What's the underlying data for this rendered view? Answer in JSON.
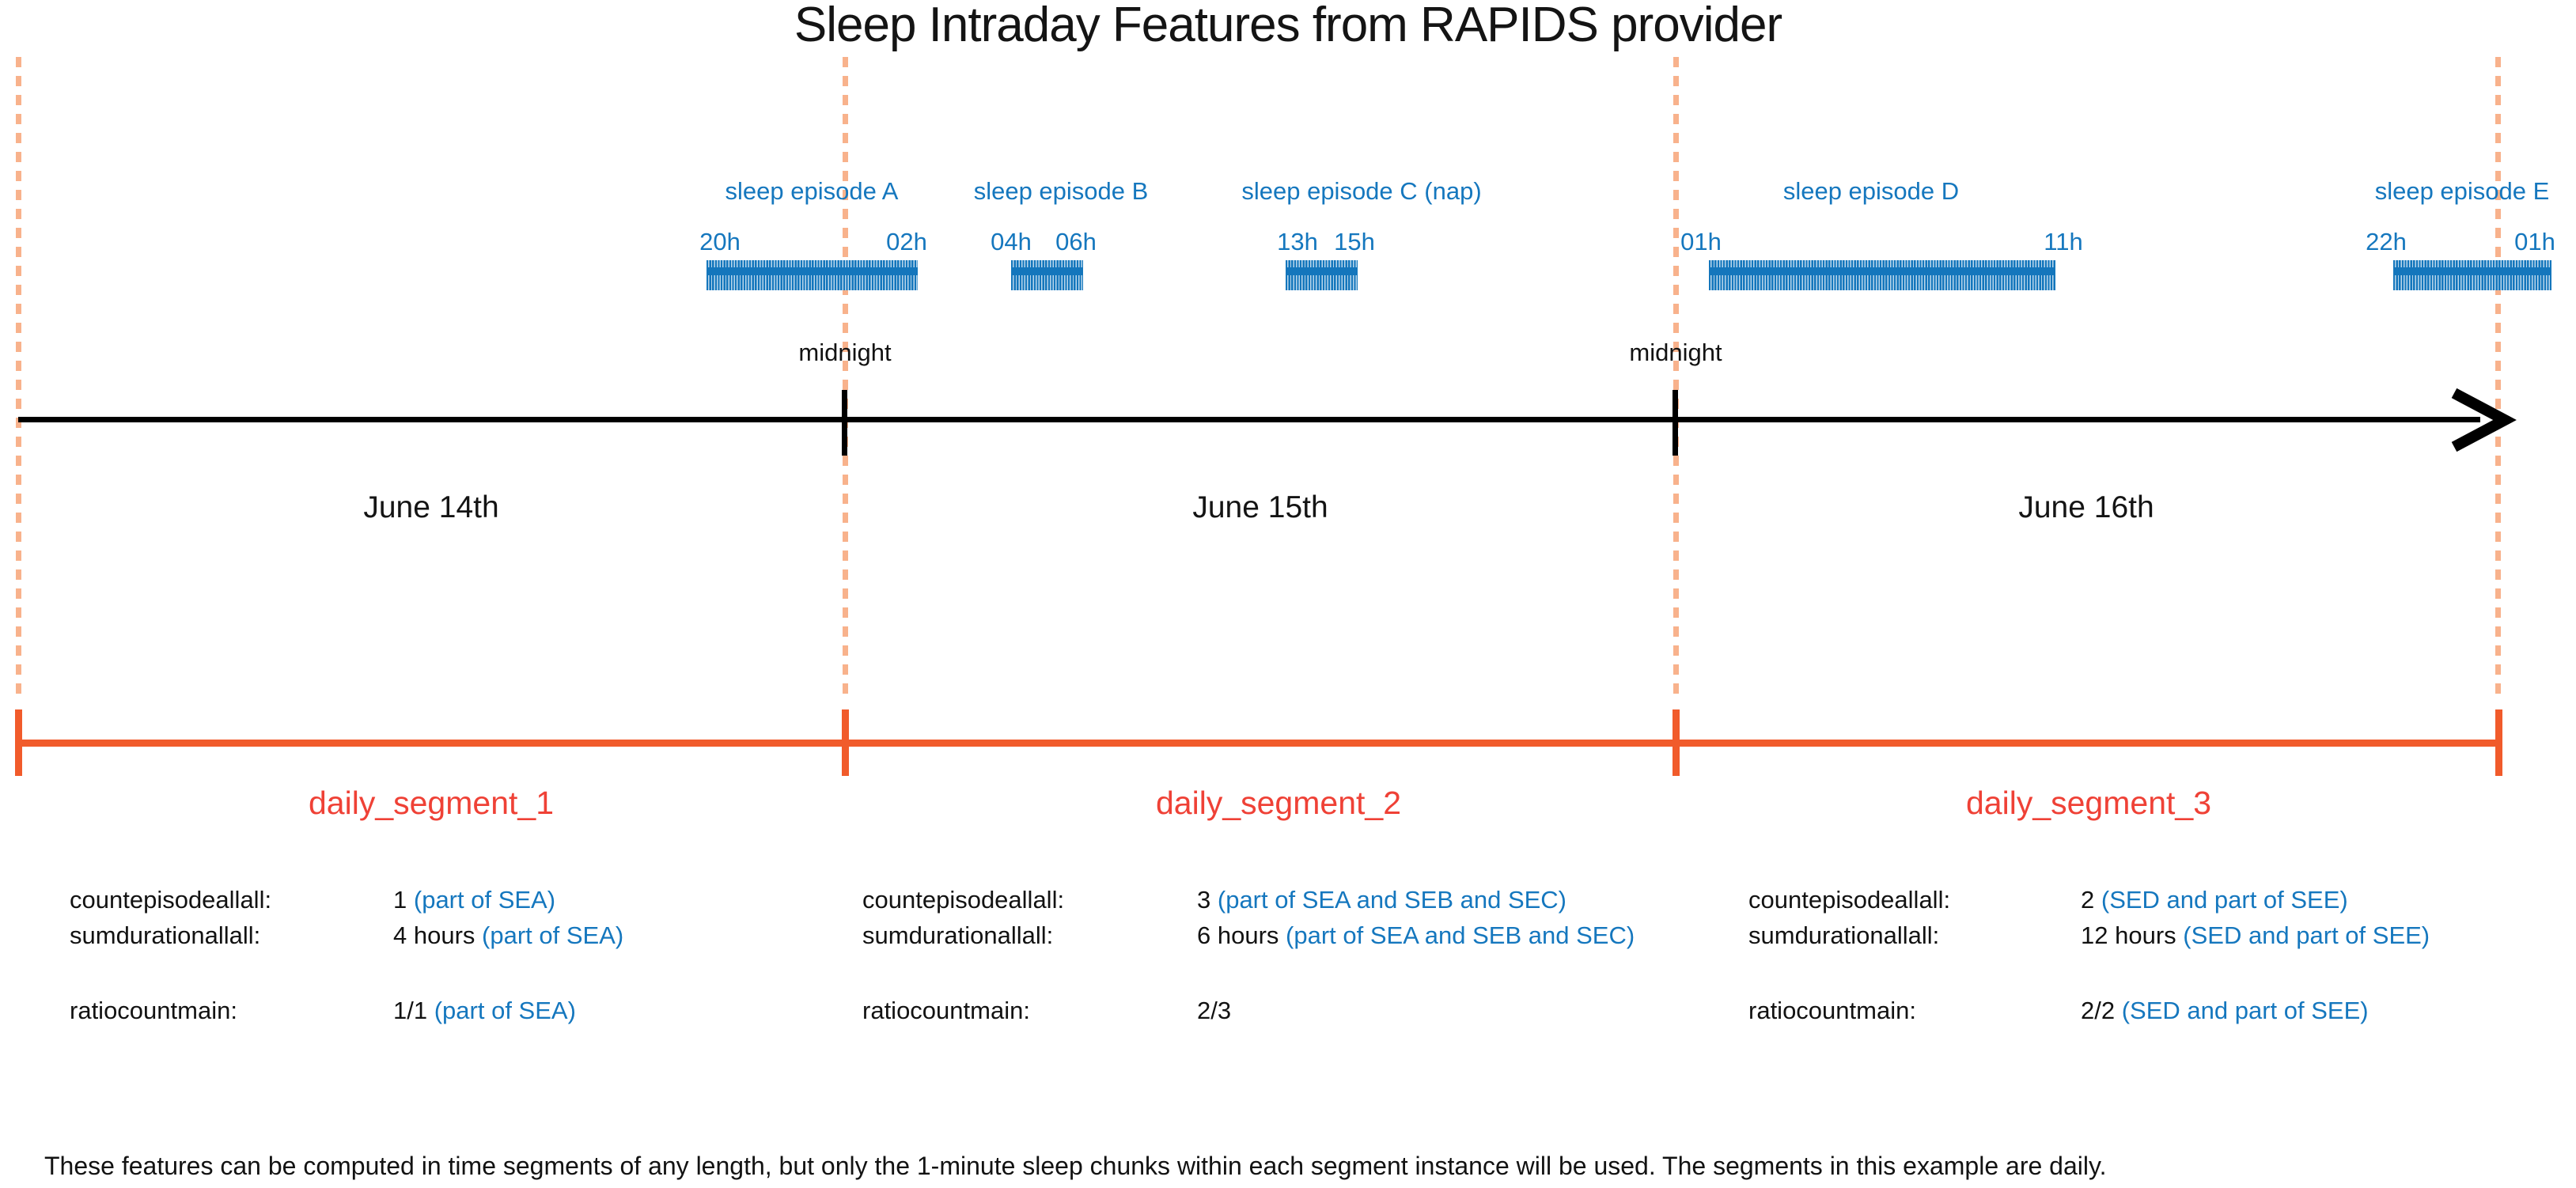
{
  "title": "Sleep Intraday Features from RAPIDS provider",
  "colors": {
    "episode_blue": "#1577BE",
    "bar_blue": "#1476BC",
    "boundary_peach": "#F8B28C",
    "segment_orange": "#F15B2B",
    "segment_label_red": "#EF4136",
    "text_black": "#121212"
  },
  "timeline": {
    "day_labels": [
      "June 14th",
      "June 15th",
      "June 16th"
    ],
    "midnight_labels": [
      "midnight",
      "midnight"
    ]
  },
  "episodes": [
    {
      "name": "sleep episode A",
      "start": "20h",
      "end": "02h"
    },
    {
      "name": "sleep episode B",
      "start": "04h",
      "end": "06h"
    },
    {
      "name": "sleep episode C (nap)",
      "start": "13h",
      "end": "15h"
    },
    {
      "name": "sleep episode D",
      "start": "01h",
      "end": "11h"
    },
    {
      "name": "sleep episode E",
      "start": "22h",
      "end": "01h"
    }
  ],
  "segments": [
    {
      "name": "daily_segment_1",
      "rows": [
        {
          "label": "countepisodeallall:",
          "value": "1",
          "note": "(part of SEA)"
        },
        {
          "label": "sumdurationallall:",
          "value": "4 hours",
          "note": "(part of SEA)"
        },
        {
          "label": "ratiocountmain:",
          "value": "1/1",
          "note": "(part of SEA)"
        }
      ]
    },
    {
      "name": "daily_segment_2",
      "rows": [
        {
          "label": "countepisodeallall:",
          "value": "3",
          "note": "(part of SEA and SEB and SEC)"
        },
        {
          "label": "sumdurationallall:",
          "value": "6 hours",
          "note": "(part of SEA and SEB and SEC)"
        },
        {
          "label": "ratiocountmain:",
          "value": "2/3",
          "note": ""
        }
      ]
    },
    {
      "name": "daily_segment_3",
      "rows": [
        {
          "label": "countepisodeallall:",
          "value": "2",
          "note": "(SED and part of SEE)"
        },
        {
          "label": "sumdurationallall:",
          "value": "12 hours",
          "note": "(SED and part of SEE)"
        },
        {
          "label": "ratiocountmain:",
          "value": "2/2",
          "note": "(SED and part of SEE)"
        }
      ]
    }
  ],
  "footnote": "These features can be computed in time segments of any length, but only the 1-minute sleep chunks within each segment instance will be used. The segments in this example are daily."
}
